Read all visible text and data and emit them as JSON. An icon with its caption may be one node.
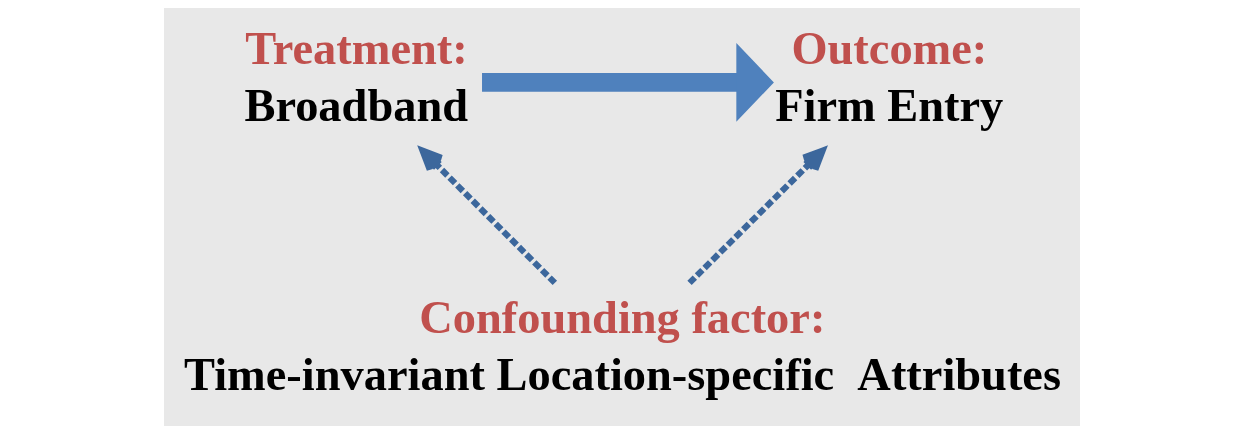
{
  "diagram": {
    "nodes": [
      {
        "text": [
          "Treatment:",
          "Broadband"
        ]
      },
      {
        "text": [
          "Outcome:",
          "Firm Entry"
        ]
      },
      {
        "text": [
          "Confounding factor:",
          "Time-invariant Location-specific  Attributes"
        ]
      }
    ],
    "edges": [
      {
        "from": 0,
        "to": 1,
        "arrow": "to",
        "style": "thick"
      },
      {
        "from": 2,
        "to": 0,
        "arrow": "to",
        "style": "dashed"
      },
      {
        "from": 2,
        "to": 1,
        "arrow": "to",
        "style": "dashed"
      }
    ]
  }
}
